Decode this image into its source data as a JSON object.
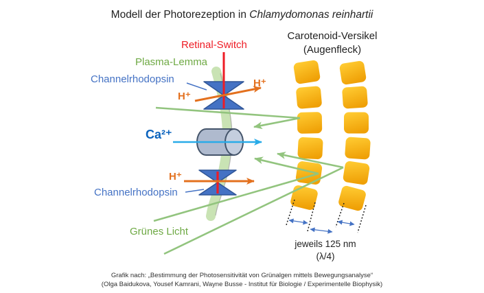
{
  "title": {
    "prefix": "Modell der Photorezeption in ",
    "species": "Chlamydomonas reinhartii"
  },
  "labels": {
    "carotenoid_line1": "Carotenoid-Versikel",
    "carotenoid_line2": "(Augenfleck)",
    "retinal_switch": "Retinal-Switch",
    "plasma_lemma": "Plasma-Lemma",
    "channelrhodopsin_top": "Channelrhodopsin",
    "channelrhodopsin_bottom": "Channelrhodopsin",
    "h_plus": "H⁺",
    "calcium": "Ca²⁺",
    "gruenes_licht": "Grünes Licht",
    "measurement_line1": "jeweils 125 nm",
    "measurement_line2": "(λ/4)"
  },
  "credit": {
    "line1": "Grafik nach: „Bestimmung der Photosensitivität von Grünalgen mittels Bewegungsanalyse“",
    "line2": "(Olga Baidukova, Yousef Kamrani, Wayne Busse - Institut für Biologie / Experimentelle Biophysik)"
  },
  "diagram": {
    "vesicle_columns": 2,
    "vesicles_per_column": 6,
    "vesicle_spacing": "125 nm",
    "spacing_fraction": "λ/4"
  },
  "colors": {
    "red": "#ee1c25",
    "label_green": "#6ea944",
    "ray_green": "#92c47e",
    "label_blue": "#4472c4",
    "ca_blue": "#0b63bd",
    "cyan": "#29abe8",
    "orange": "#e3701e",
    "gold_light": "#ffcb32",
    "gold_deep": "#efa006",
    "membrane": "#c9e3b4",
    "membrane_edge": "#a6a6a6",
    "cylinder_fill": "#afbace",
    "cylinder_cap": "#c4cede",
    "cylinder_stroke": "#44546a",
    "bowtie_fill": "#4472c4",
    "bowtie_stroke": "#2f5597",
    "measure_blue": "#4472c4"
  }
}
